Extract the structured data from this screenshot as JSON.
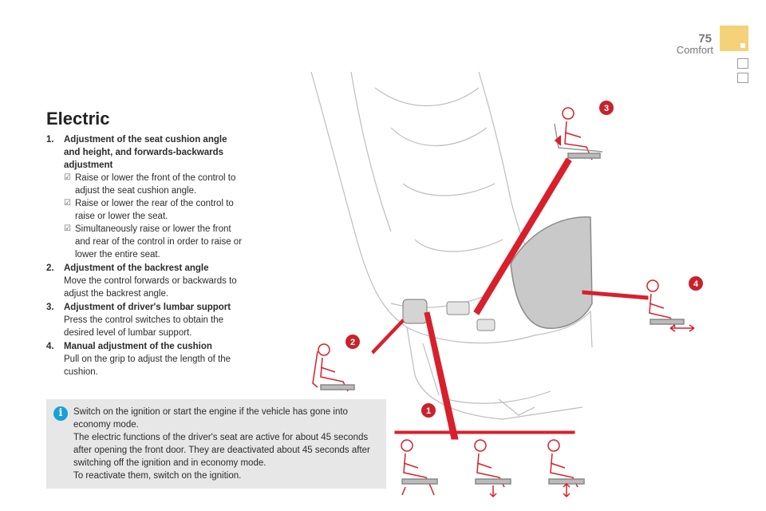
{
  "header": {
    "page_number": "75",
    "chapter": "Comfort"
  },
  "section": {
    "title": "Electric"
  },
  "steps": [
    {
      "num": "1.",
      "head": "Adjustment of the seat cushion angle and height, and forwards-backwards adjustment",
      "bullets": [
        "Raise or lower the front of the control to adjust the seat cushion angle.",
        "Raise or lower the rear of the control to raise or lower the seat.",
        "Simultaneously raise or lower the front and rear of the control in order to raise or lower the entire seat."
      ]
    },
    {
      "num": "2.",
      "head": "Adjustment of the backrest angle",
      "body": "Move the control forwards or backwards to adjust the backrest angle."
    },
    {
      "num": "3.",
      "head": "Adjustment of driver's lumbar support",
      "body": "Press the control switches to obtain the desired level of lumbar support."
    },
    {
      "num": "4.",
      "head": "Manual adjustment of the cushion",
      "body": "Pull on the grip to adjust the length of the cushion."
    }
  ],
  "info": {
    "lines": [
      "Switch on the ignition or start the engine if the vehicle has gone into economy mode.",
      "The electric functions of the driver's seat are active for about 45 seconds after opening the front door. They are deactivated about 45 seconds after switching off the ignition and in economy mode.",
      "To reactivate them, switch on the ignition."
    ]
  },
  "illustration": {
    "badges": [
      "1",
      "2",
      "3",
      "4"
    ],
    "colors": {
      "accent_red": "#d8202c",
      "badge_red": "#c8222c",
      "tab_yellow": "#f5d27a",
      "info_blue": "#1aa0d8",
      "info_bg": "#e7e7e7"
    }
  }
}
